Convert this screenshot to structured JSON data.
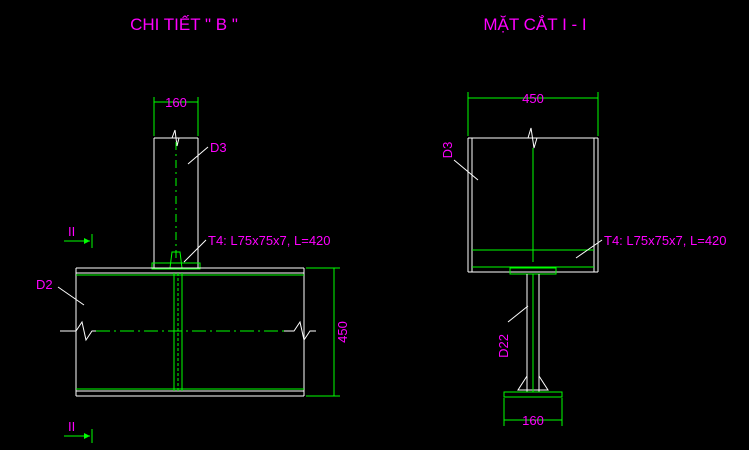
{
  "colors": {
    "background": "#000000",
    "line": "#ffffff",
    "dimension": "#00ff00",
    "text": "#ff00ff",
    "leader": "#ffffff"
  },
  "left_view": {
    "title": "CHI TIẾT \" B \"",
    "dim_column_width": "160",
    "label_column": "D3",
    "label_beam": "D2",
    "label_angle": "T4: L75x75x7, L=420",
    "dim_beam_height": "450",
    "section_mark_top": "II",
    "section_mark_bottom": "II"
  },
  "right_view": {
    "title": "MẶT CẮT I - I",
    "dim_top_width": "450",
    "label_column": "D3",
    "label_angle": "T4: L75x75x7, L=420",
    "label_post": "D22",
    "dim_base_width": "160"
  }
}
